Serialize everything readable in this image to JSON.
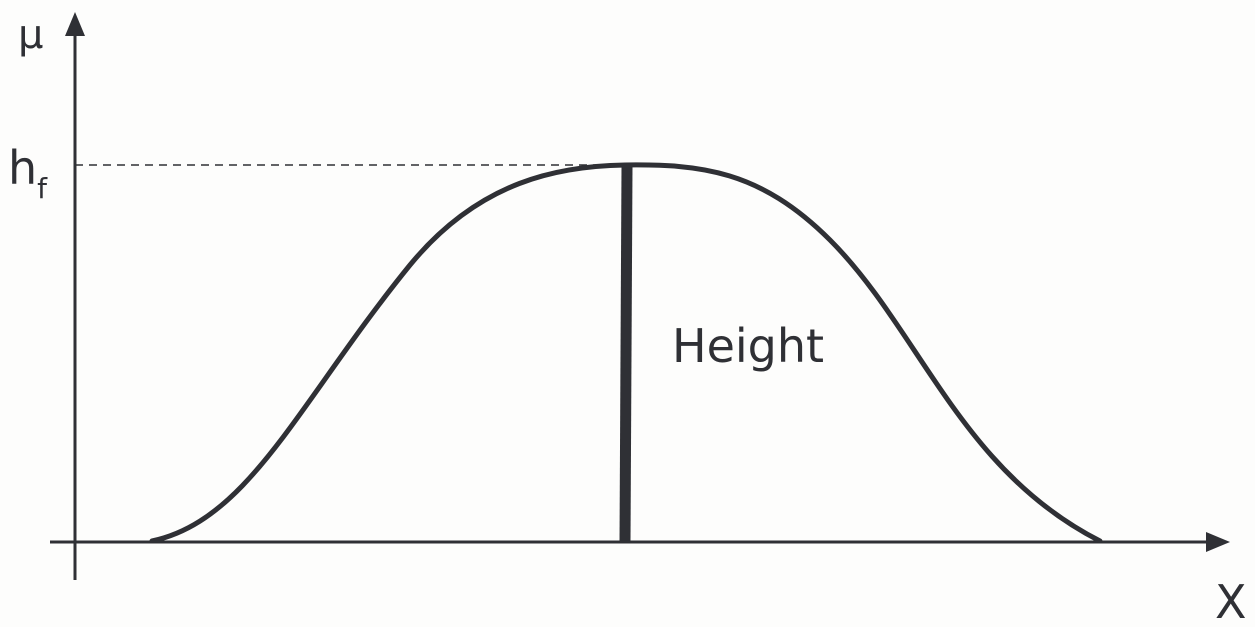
{
  "diagram": {
    "y_axis_label": "μ",
    "x_axis_label": "X",
    "height_level_label": "h",
    "height_level_subscript": "f",
    "height_label": "Height"
  },
  "colors": {
    "ink": "#2f3035",
    "background": "#fdfdfc"
  }
}
